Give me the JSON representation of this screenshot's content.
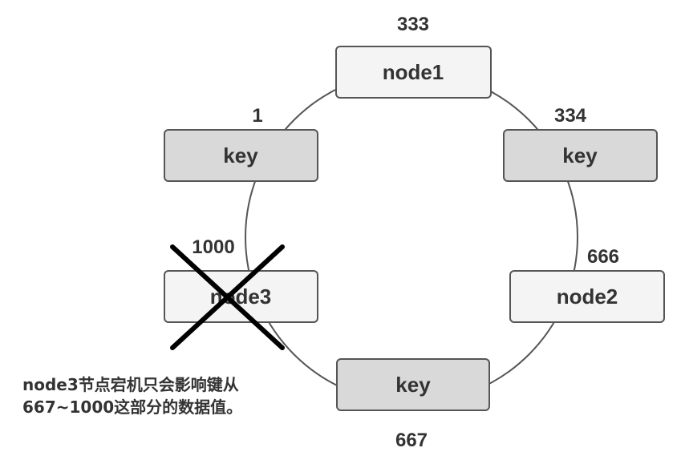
{
  "nodes": {
    "top": {
      "label": "node1",
      "value": "333"
    },
    "upper_left": {
      "label": "key",
      "value": "1"
    },
    "upper_right": {
      "label": "key",
      "value": "334"
    },
    "left": {
      "label": "node3",
      "value": "1000"
    },
    "right": {
      "label": "node2",
      "value": "666"
    },
    "bottom": {
      "label": "key",
      "value": "667"
    }
  },
  "caption": {
    "line1": "node3节点宕机只会影响键从",
    "line2": "667~1000这部分的数据值。"
  },
  "colors": {
    "node_fill": "#f4f4f4",
    "key_fill": "#d9d9d9",
    "border": "#555555",
    "text": "#333333",
    "cross": "#000000"
  }
}
